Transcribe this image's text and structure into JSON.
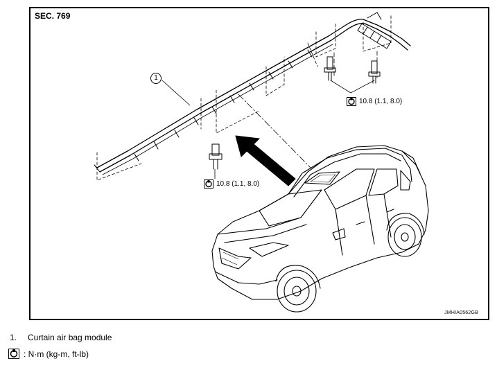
{
  "diagram": {
    "section_label": "SEC. 769",
    "image_code": "JMHIA0562GB",
    "callout_number": "1",
    "torque_upper": "10.8 (1.1, 8.0)",
    "torque_lower": "10.8 (1.1, 8.0)",
    "torque_icon": "torque-wrench-icon"
  },
  "legend": {
    "items": [
      {
        "number": "1.",
        "label": "Curtain air bag module"
      }
    ],
    "unit_text": ": N·m (kg-m, ft-lb)"
  }
}
